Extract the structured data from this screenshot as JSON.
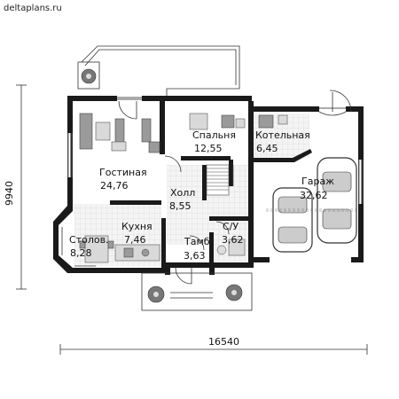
{
  "site": "deltaplans.ru",
  "dimensions": {
    "width": "16540",
    "height": "9940"
  },
  "rooms": [
    {
      "name": "Спальня",
      "area": "12,55"
    },
    {
      "name": "Котельная",
      "area": "6,45"
    },
    {
      "name": "Гостиная",
      "area": "24,76"
    },
    {
      "name": "Гараж",
      "area": "32,62"
    },
    {
      "name": "Холл",
      "area": "8,55"
    },
    {
      "name": "Кухня",
      "area": "7,46"
    },
    {
      "name": "С/У",
      "area": "3,62"
    },
    {
      "name": "Столов.",
      "area": "8,28"
    },
    {
      "name": "Тамб.",
      "area": "3,63"
    }
  ],
  "colors": {
    "wall": "#1a1a1a",
    "floor_tile": "#e6e6e6",
    "furniture": "#d9d9d9"
  }
}
